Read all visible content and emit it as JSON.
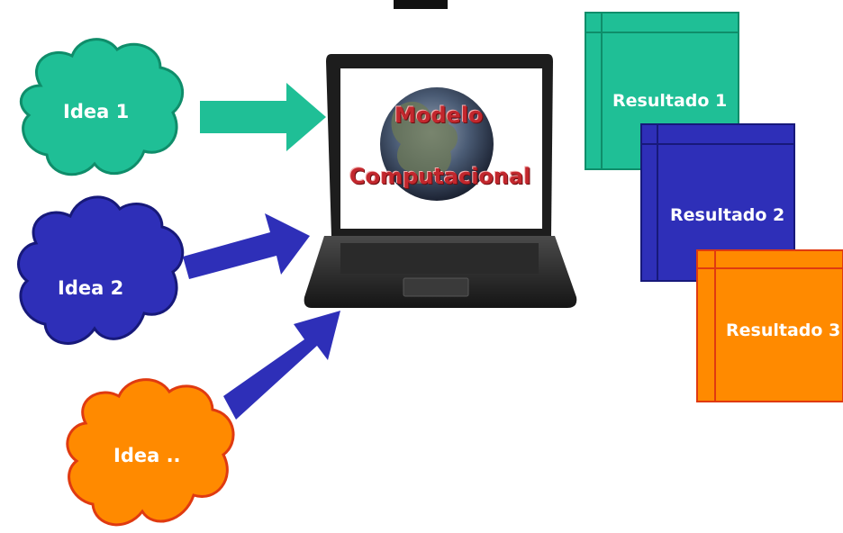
{
  "ideas": [
    {
      "label": "Idea 1",
      "color": "#1fbf96",
      "border": "#0f8d6a"
    },
    {
      "label": "Idea 2",
      "color": "#2e2fb8",
      "border": "#17197a"
    },
    {
      "label": "Idea ..",
      "color": "#ff8a00",
      "border": "#e03a10"
    }
  ],
  "laptop": {
    "screen_line1": "Modelo",
    "screen_line2": "Computacional"
  },
  "results": [
    {
      "label": "Resultado 1",
      "color": "#1fbf96",
      "border": "#0f8d6a"
    },
    {
      "label": "Resultado 2",
      "color": "#2e2fb8",
      "border": "#17197a"
    },
    {
      "label": "Resultado 3",
      "color": "#ff8a00",
      "border": "#e03a10"
    }
  ],
  "arrow_colors": [
    "#1fbf96",
    "#2e2fb8",
    "#2e2fb8"
  ]
}
